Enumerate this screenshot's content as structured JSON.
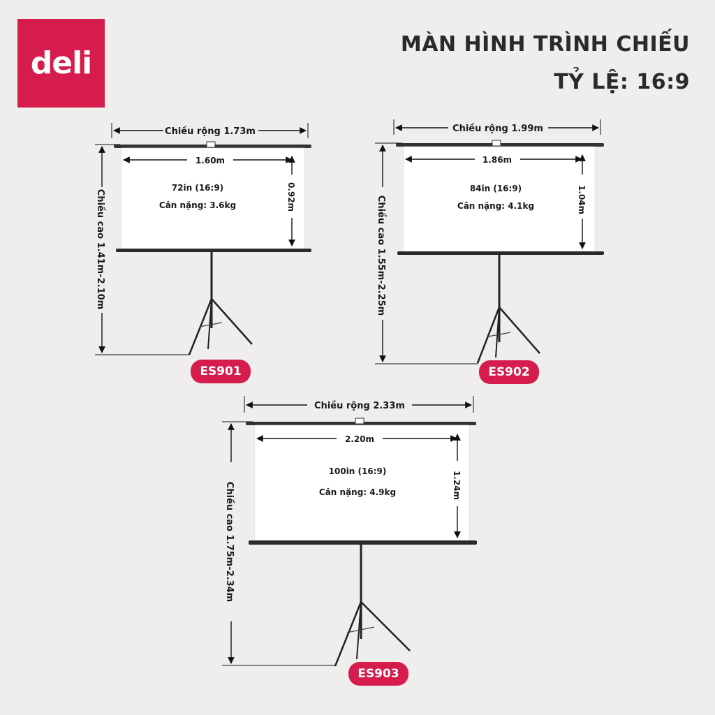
{
  "brand": {
    "logo_text": "deli",
    "color": "#d51c4d"
  },
  "header": {
    "title_line1": "MÀN HÌNH TRÌNH CHIẾU",
    "title_line2": "TỶ LỆ: 16:9"
  },
  "products": [
    {
      "model": "ES901",
      "overall_width": "Chiều rộng 1.73m",
      "screen_width": "1.60m",
      "screen_height": "0.92m",
      "size": "72in (16:9)",
      "weight": "Cân nặng: 3.6kg",
      "stand_height": "Chiều cao 1.41m-2.10m"
    },
    {
      "model": "ES902",
      "overall_width": "Chiều rộng 1.99m",
      "screen_width": "1.86m",
      "screen_height": "1.04m",
      "size": "84in (16:9)",
      "weight": "Cân nặng: 4.1kg",
      "stand_height": "Chiều cao 1.55m-2.25m"
    },
    {
      "model": "ES903",
      "overall_width": "Chiều rộng 2.33m",
      "screen_width": "2.20m",
      "screen_height": "1.24m",
      "size": "100in (16:9)",
      "weight": "Cân nặng: 4.9kg",
      "stand_height": "Chiều cao 1.75m-2.34m"
    }
  ]
}
